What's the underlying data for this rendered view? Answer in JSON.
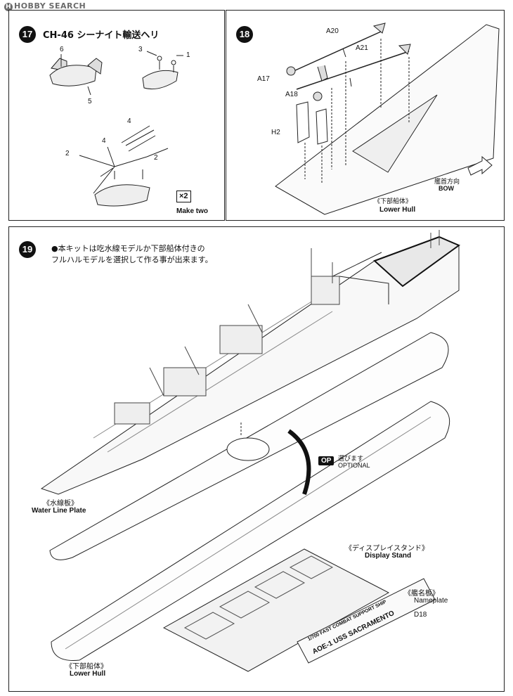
{
  "watermark": "HOBBY SEARCH",
  "step17": {
    "number": "17",
    "title": "CH-46 シーナイト輸送ヘリ",
    "parts": [
      "6",
      "5",
      "3",
      "1",
      "4",
      "4",
      "2",
      "2"
    ],
    "qty_badge": "×2",
    "qty_note": "Make two"
  },
  "step18": {
    "number": "18",
    "parts": [
      "A20",
      "A21",
      "A17",
      "A18",
      "H2"
    ],
    "bow_jp": "艦首方向",
    "bow_en": "BOW",
    "hull_jp": "《下部船体》",
    "hull_en": "Lower Hull"
  },
  "step19": {
    "number": "19",
    "note_line1": "●本キットは吃水線モデルか下部船体付きの",
    "note_line2": "フルハルモデルを選択して作る事が出来ます。",
    "optional_badge": "OP",
    "optional_jp": "選びます",
    "optional_en": "OPTIONAL",
    "waterline_jp": "《水線板》",
    "waterline_en": "Water Line Plate",
    "stand_jp": "《ディスプレイスタンド》",
    "stand_en": "Display Stand",
    "nameplate_jp": "《艦名板》",
    "nameplate_en": "Nameplate",
    "nameplate_part": "D18",
    "nameplate_text1": "1/700 FAST COMBAT SUPPORT SHIP",
    "nameplate_text2": "AOE-1 USS SACRAMENTO",
    "hull_jp": "《下部船体》",
    "hull_en": "Lower Hull"
  }
}
